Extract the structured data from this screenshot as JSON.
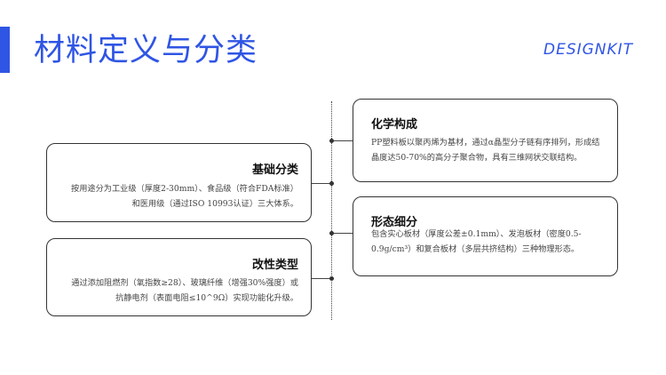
{
  "header": {
    "title": "材料定义与分类",
    "brand": "DESIGNKIT"
  },
  "cards": {
    "basic": {
      "title": "基础分类",
      "text": "按用途分为工业级（厚度2-30mm）、食品级（符合FDA标准）和医用级（通过ISO 10993认证）三大体系。"
    },
    "modified": {
      "title": "改性类型",
      "text": "通过添加阻燃剂（氧指数≥28）、玻璃纤维（增强30%强度）或抗静电剂（表面电阻≤10^9Ω）实现功能化升级。"
    },
    "chemical": {
      "title": "化学构成",
      "text": "PP塑料板以聚丙烯为基材，通过α晶型分子链有序排列，形成结晶度达50-70%的高分子聚合物，具有三维网状交联结构。"
    },
    "morphology": {
      "title": "形态细分",
      "text": "包含实心板材（厚度公差±0.1mm）、发泡板材（密度0.5-0.9g/cm³）和复合板材（多层共挤结构）三种物理形态。"
    }
  },
  "colors": {
    "accent": "#2f55e4",
    "border": "#333333"
  }
}
